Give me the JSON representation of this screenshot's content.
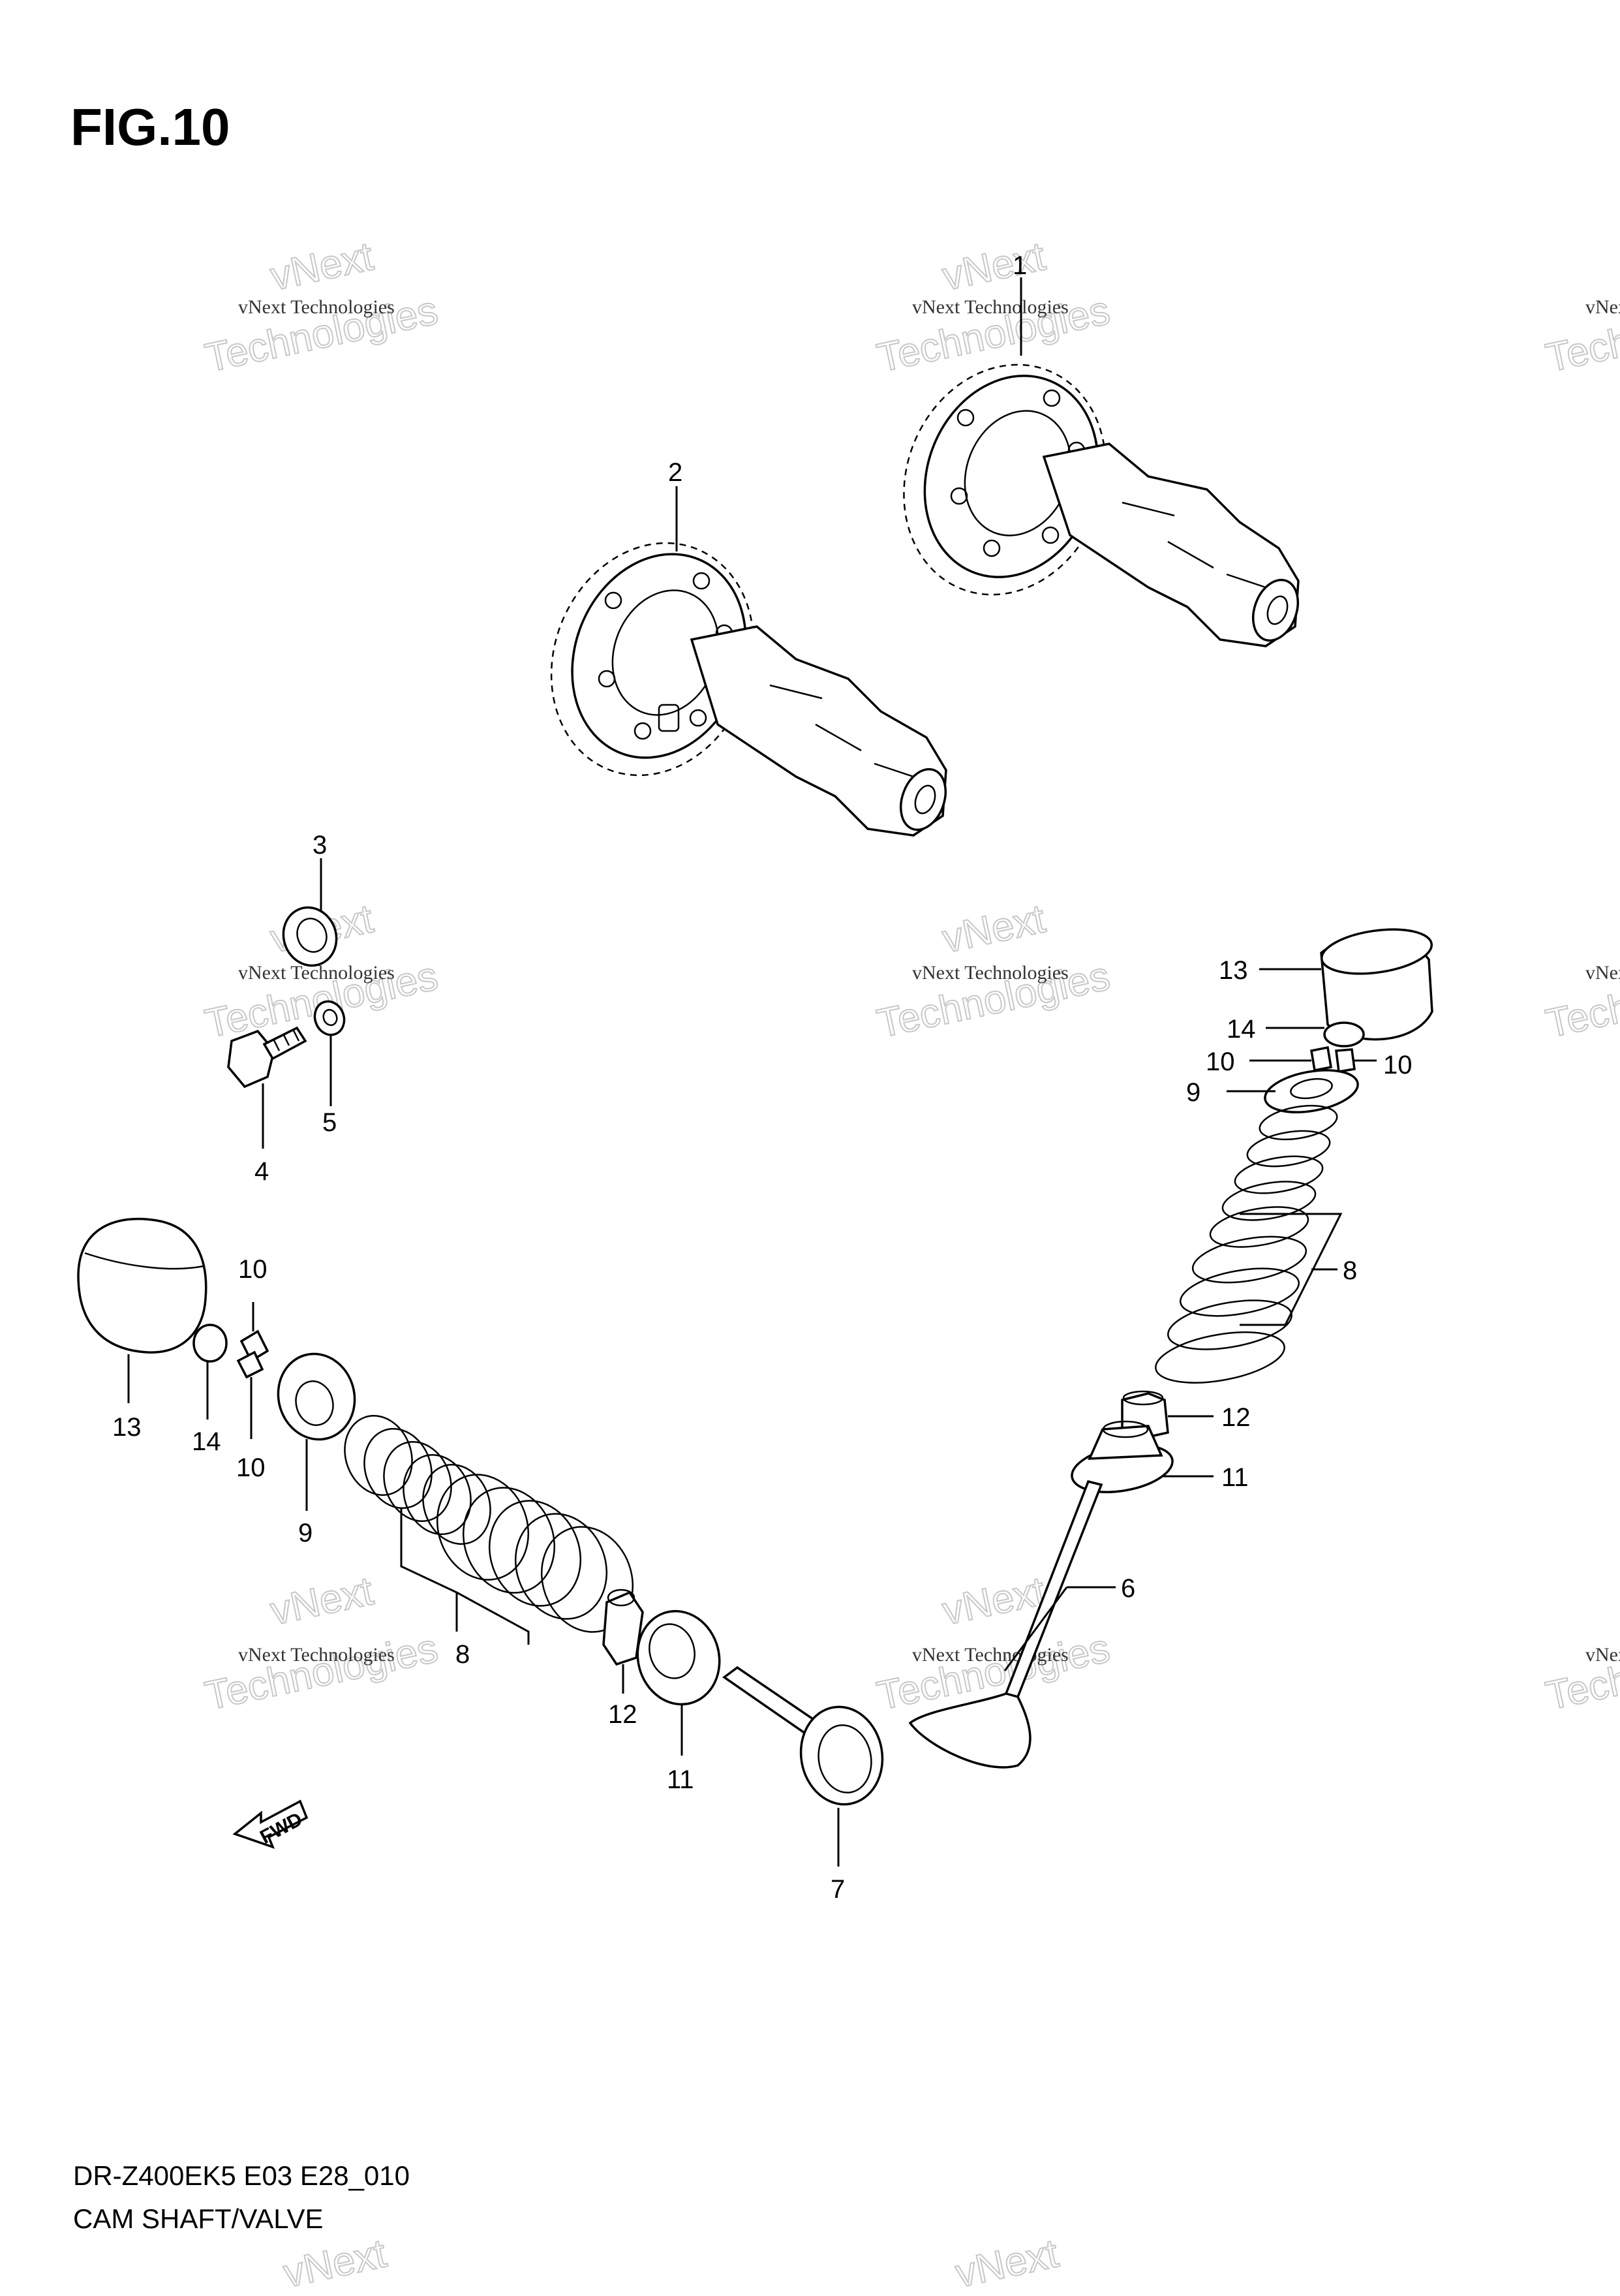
{
  "figure": {
    "title": "FIG.10",
    "model_code": "DR-Z400EK5 E03 E28_010",
    "caption": "CAM SHAFT/VALVE",
    "fwd_label": "FWD"
  },
  "watermark": {
    "line1": "vNext",
    "line2": "vNext Technologies",
    "line3": "Technologies"
  },
  "callouts": {
    "c1": "1",
    "c2": "2",
    "c3": "3",
    "c4": "4",
    "c5": "5",
    "c6": "6",
    "c7": "7",
    "c8a": "8",
    "c8b": "8",
    "c9a": "9",
    "c9b": "9",
    "c10a": "10",
    "c10b": "10",
    "c10c": "10",
    "c10d": "10",
    "c11a": "11",
    "c11b": "11",
    "c12a": "12",
    "c12b": "12",
    "c13a": "13",
    "c13b": "13",
    "c14a": "14",
    "c14b": "14"
  }
}
